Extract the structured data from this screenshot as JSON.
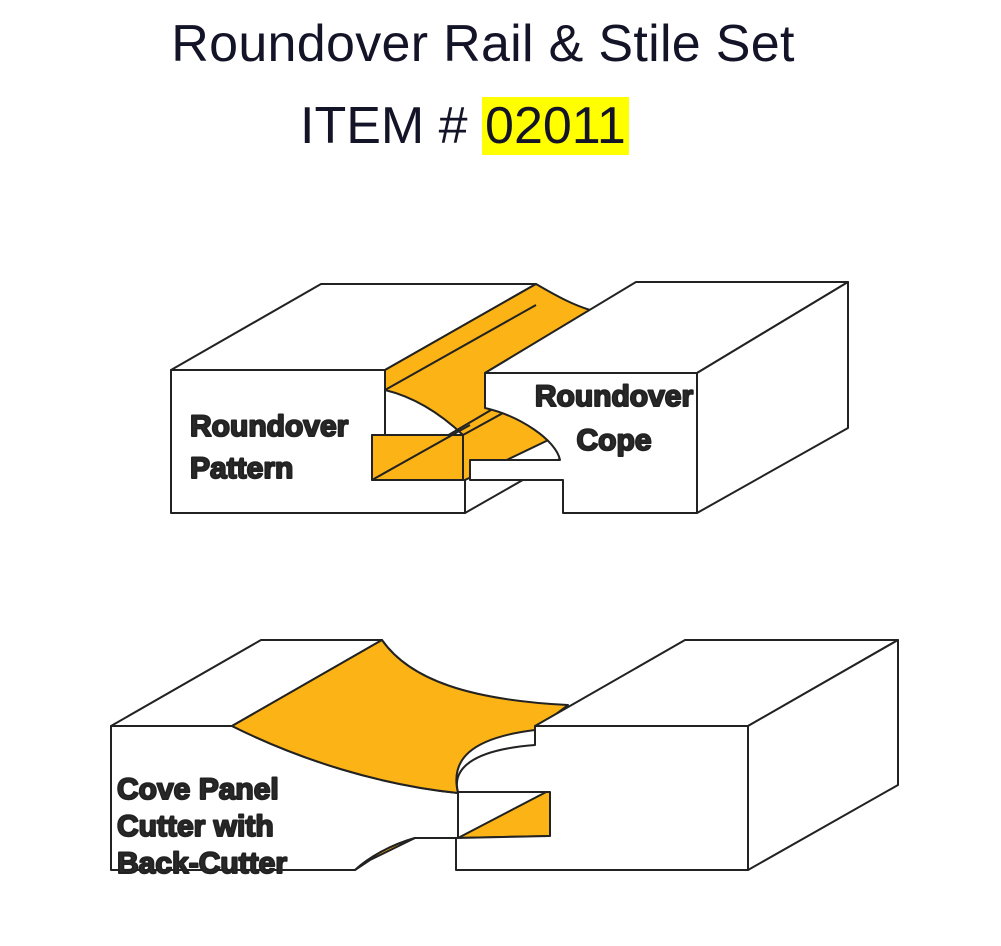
{
  "header": {
    "title": "Roundover Rail & Stile Set",
    "item_prefix": "ITEM #",
    "item_number": "02011"
  },
  "colors": {
    "profile_fill": "#fbb316",
    "outline": "#222222",
    "item_highlight": "#ffff00"
  },
  "top_diagram": {
    "pattern_label": {
      "line1": "Roundover",
      "line2": "Pattern"
    },
    "cope_label": {
      "line1": "Roundover",
      "line2": "Cope"
    }
  },
  "bottom_diagram": {
    "panel_label": {
      "line1": "Cove Panel",
      "line2": "Cutter with",
      "line3": "Back-Cutter"
    }
  }
}
